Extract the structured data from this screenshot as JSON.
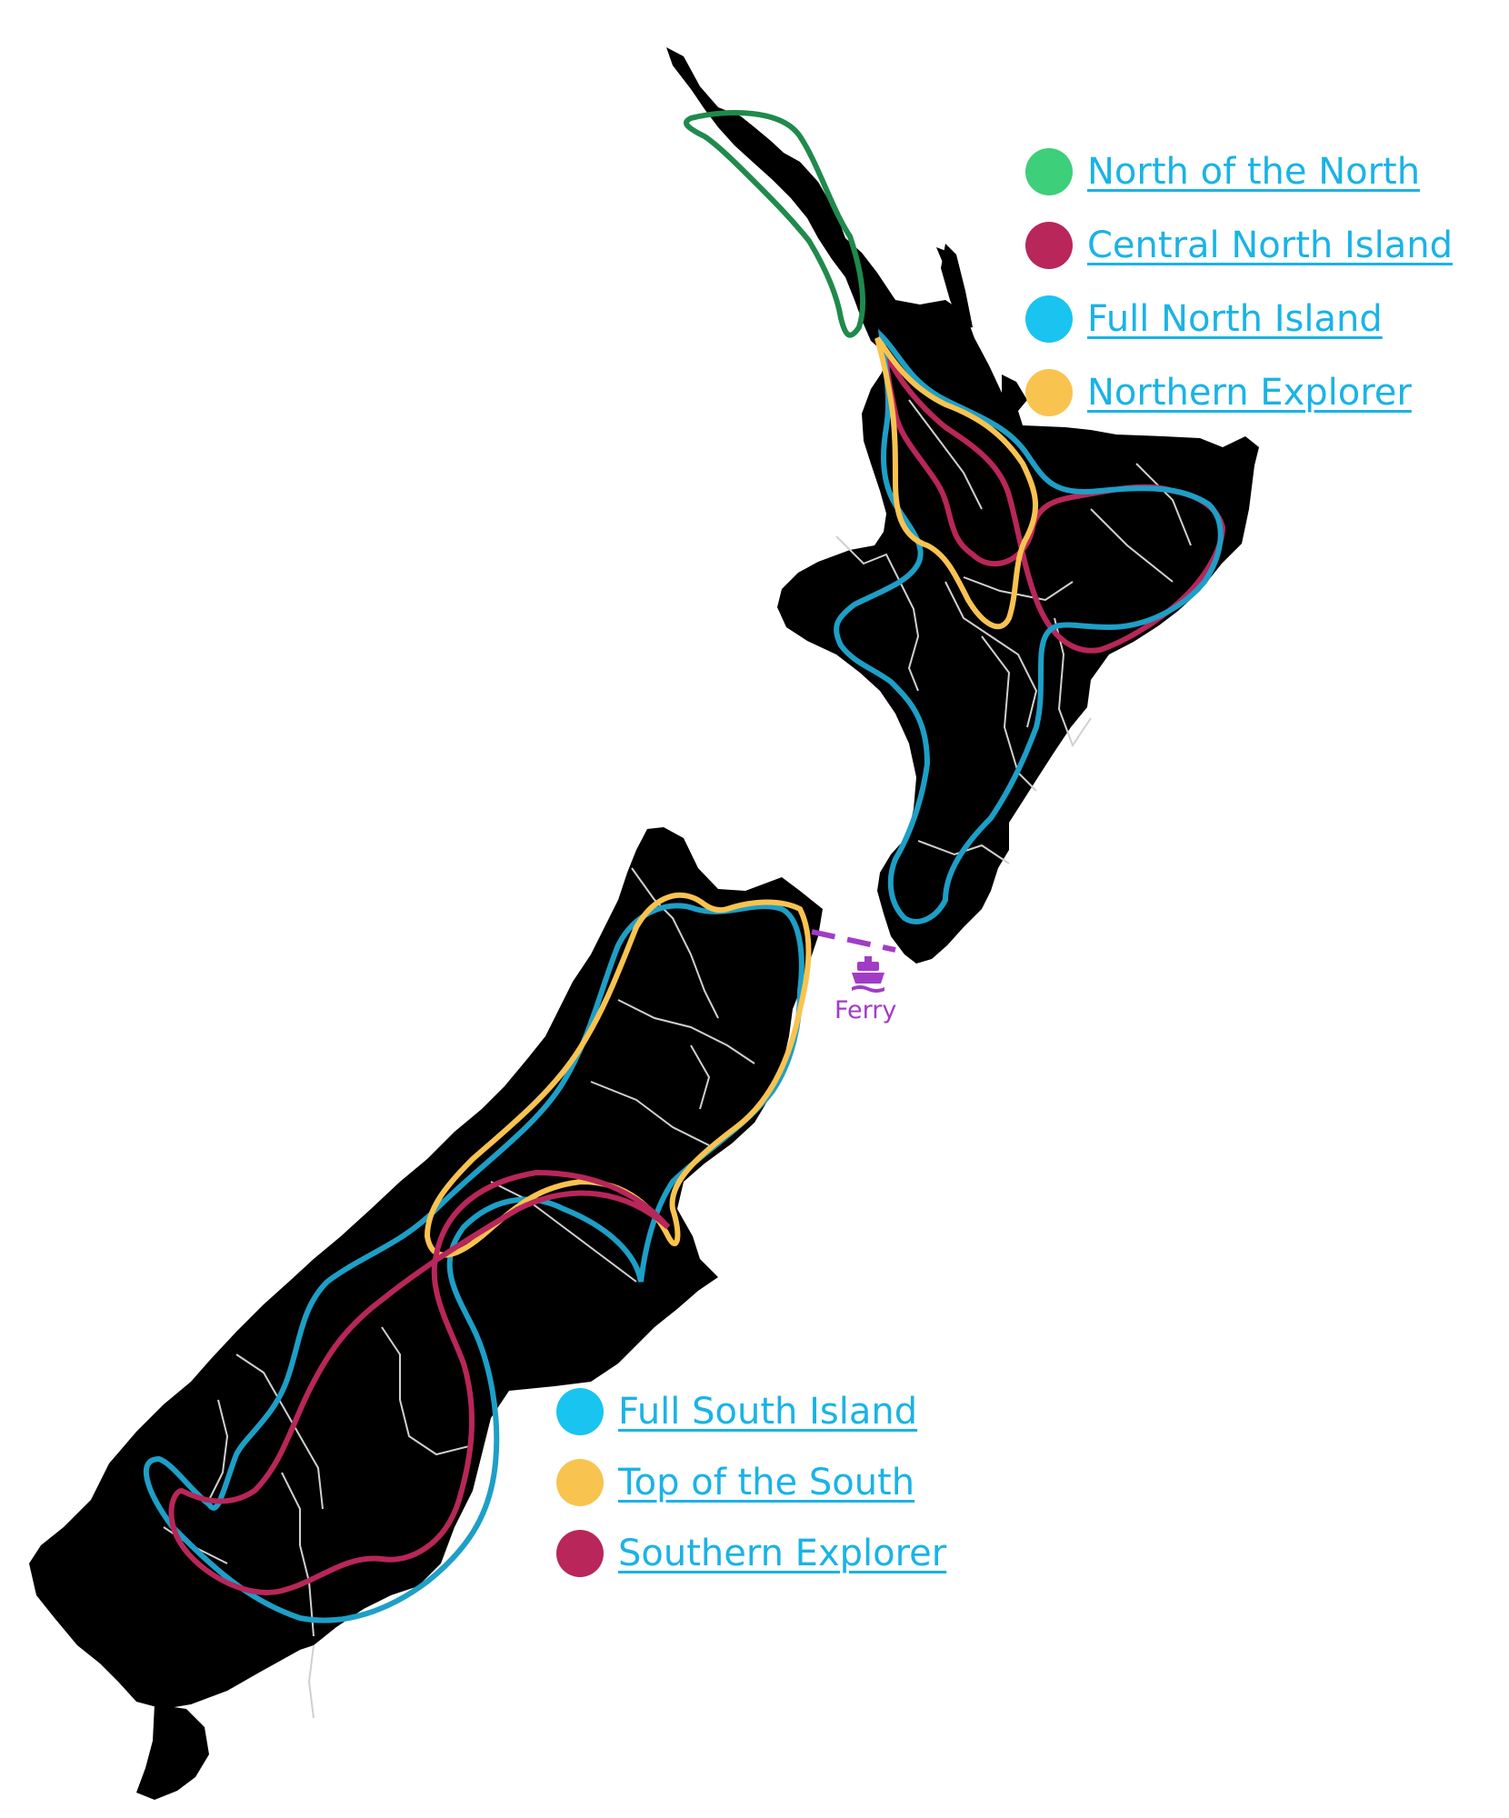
{
  "colors": {
    "land": "#000000",
    "region_border": "#d0d0d0",
    "north_of_the_north": "#3dcf7a",
    "north_of_the_north_route": "#1f8a4c",
    "central_north_island": "#b8265a",
    "full_island": "#19c4f0",
    "full_island_route": "#1d9fc7",
    "northern_explorer": "#f9c350",
    "ferry": "#a13cc6",
    "link": "#1ab3e6"
  },
  "legend_north": [
    {
      "label": "North of the North",
      "color": "#3dcf7a"
    },
    {
      "label": "Central North Island",
      "color": "#b8265a"
    },
    {
      "label": "Full North Island",
      "color": "#19c4f0"
    },
    {
      "label": "Northern Explorer",
      "color": "#f9c350"
    }
  ],
  "legend_south": [
    {
      "label": "Full South Island",
      "color": "#19c4f0"
    },
    {
      "label": "Top of the South",
      "color": "#f9c350"
    },
    {
      "label": "Southern Explorer",
      "color": "#b8265a"
    }
  ],
  "ferry": {
    "label": "Ferry",
    "icon": "ship-icon"
  }
}
